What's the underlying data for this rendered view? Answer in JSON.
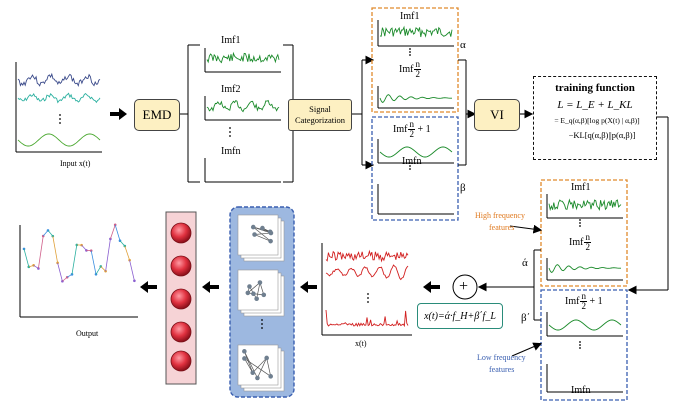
{
  "input": {
    "label": "Input x(t)"
  },
  "emd": {
    "label": "EMD"
  },
  "imfs": {
    "imf1": "Imf1",
    "imf2": "Imf2",
    "imfn": "Imfn"
  },
  "signal_categorization": {
    "line1": "Signal",
    "line2": "Categorization"
  },
  "high_group": {
    "top": "Imf1",
    "frac_prefix": "Imf",
    "frac_num": "n",
    "frac_den": "2",
    "greek": "α"
  },
  "low_group": {
    "frac_prefix": "Imf",
    "frac_num": "n",
    "frac_den": "2",
    "suffix": "+ 1",
    "bottom": "Imfn",
    "greek": "β"
  },
  "vi": {
    "label": "VI"
  },
  "training": {
    "title": "training function",
    "eq1": "L = L_E + L_KL",
    "eq2": "= E_q(α,β)[log p(X(t) | α,β)]",
    "eq3": "−KL[q(α,β)||p(α,β)]"
  },
  "features": {
    "high_label_line1": "High frequency",
    "high_label_line2": "features",
    "low_label_line1": "Low frequency",
    "low_label_line2": "features",
    "alpha_prime": "ά",
    "beta_prime": "β΄",
    "high_top": "Imf1",
    "low_bottom": "Imfn"
  },
  "combine": {
    "plus": "+",
    "formula": "x(t)=ά·f_H+β΄f_L",
    "xt_label": "x(t)"
  },
  "output": {
    "label": "Output"
  },
  "colors": {
    "signal_green": "#1a8a2a",
    "signal_red": "#d22020",
    "box_fill": "#fdf0c2",
    "orange_dash": "#e08a2c",
    "blue_dash": "#3a5fb0",
    "gnn_bg": "#9db8e0",
    "neuron_panel": "#f6d3d6",
    "neuron": "#d42a3a"
  }
}
